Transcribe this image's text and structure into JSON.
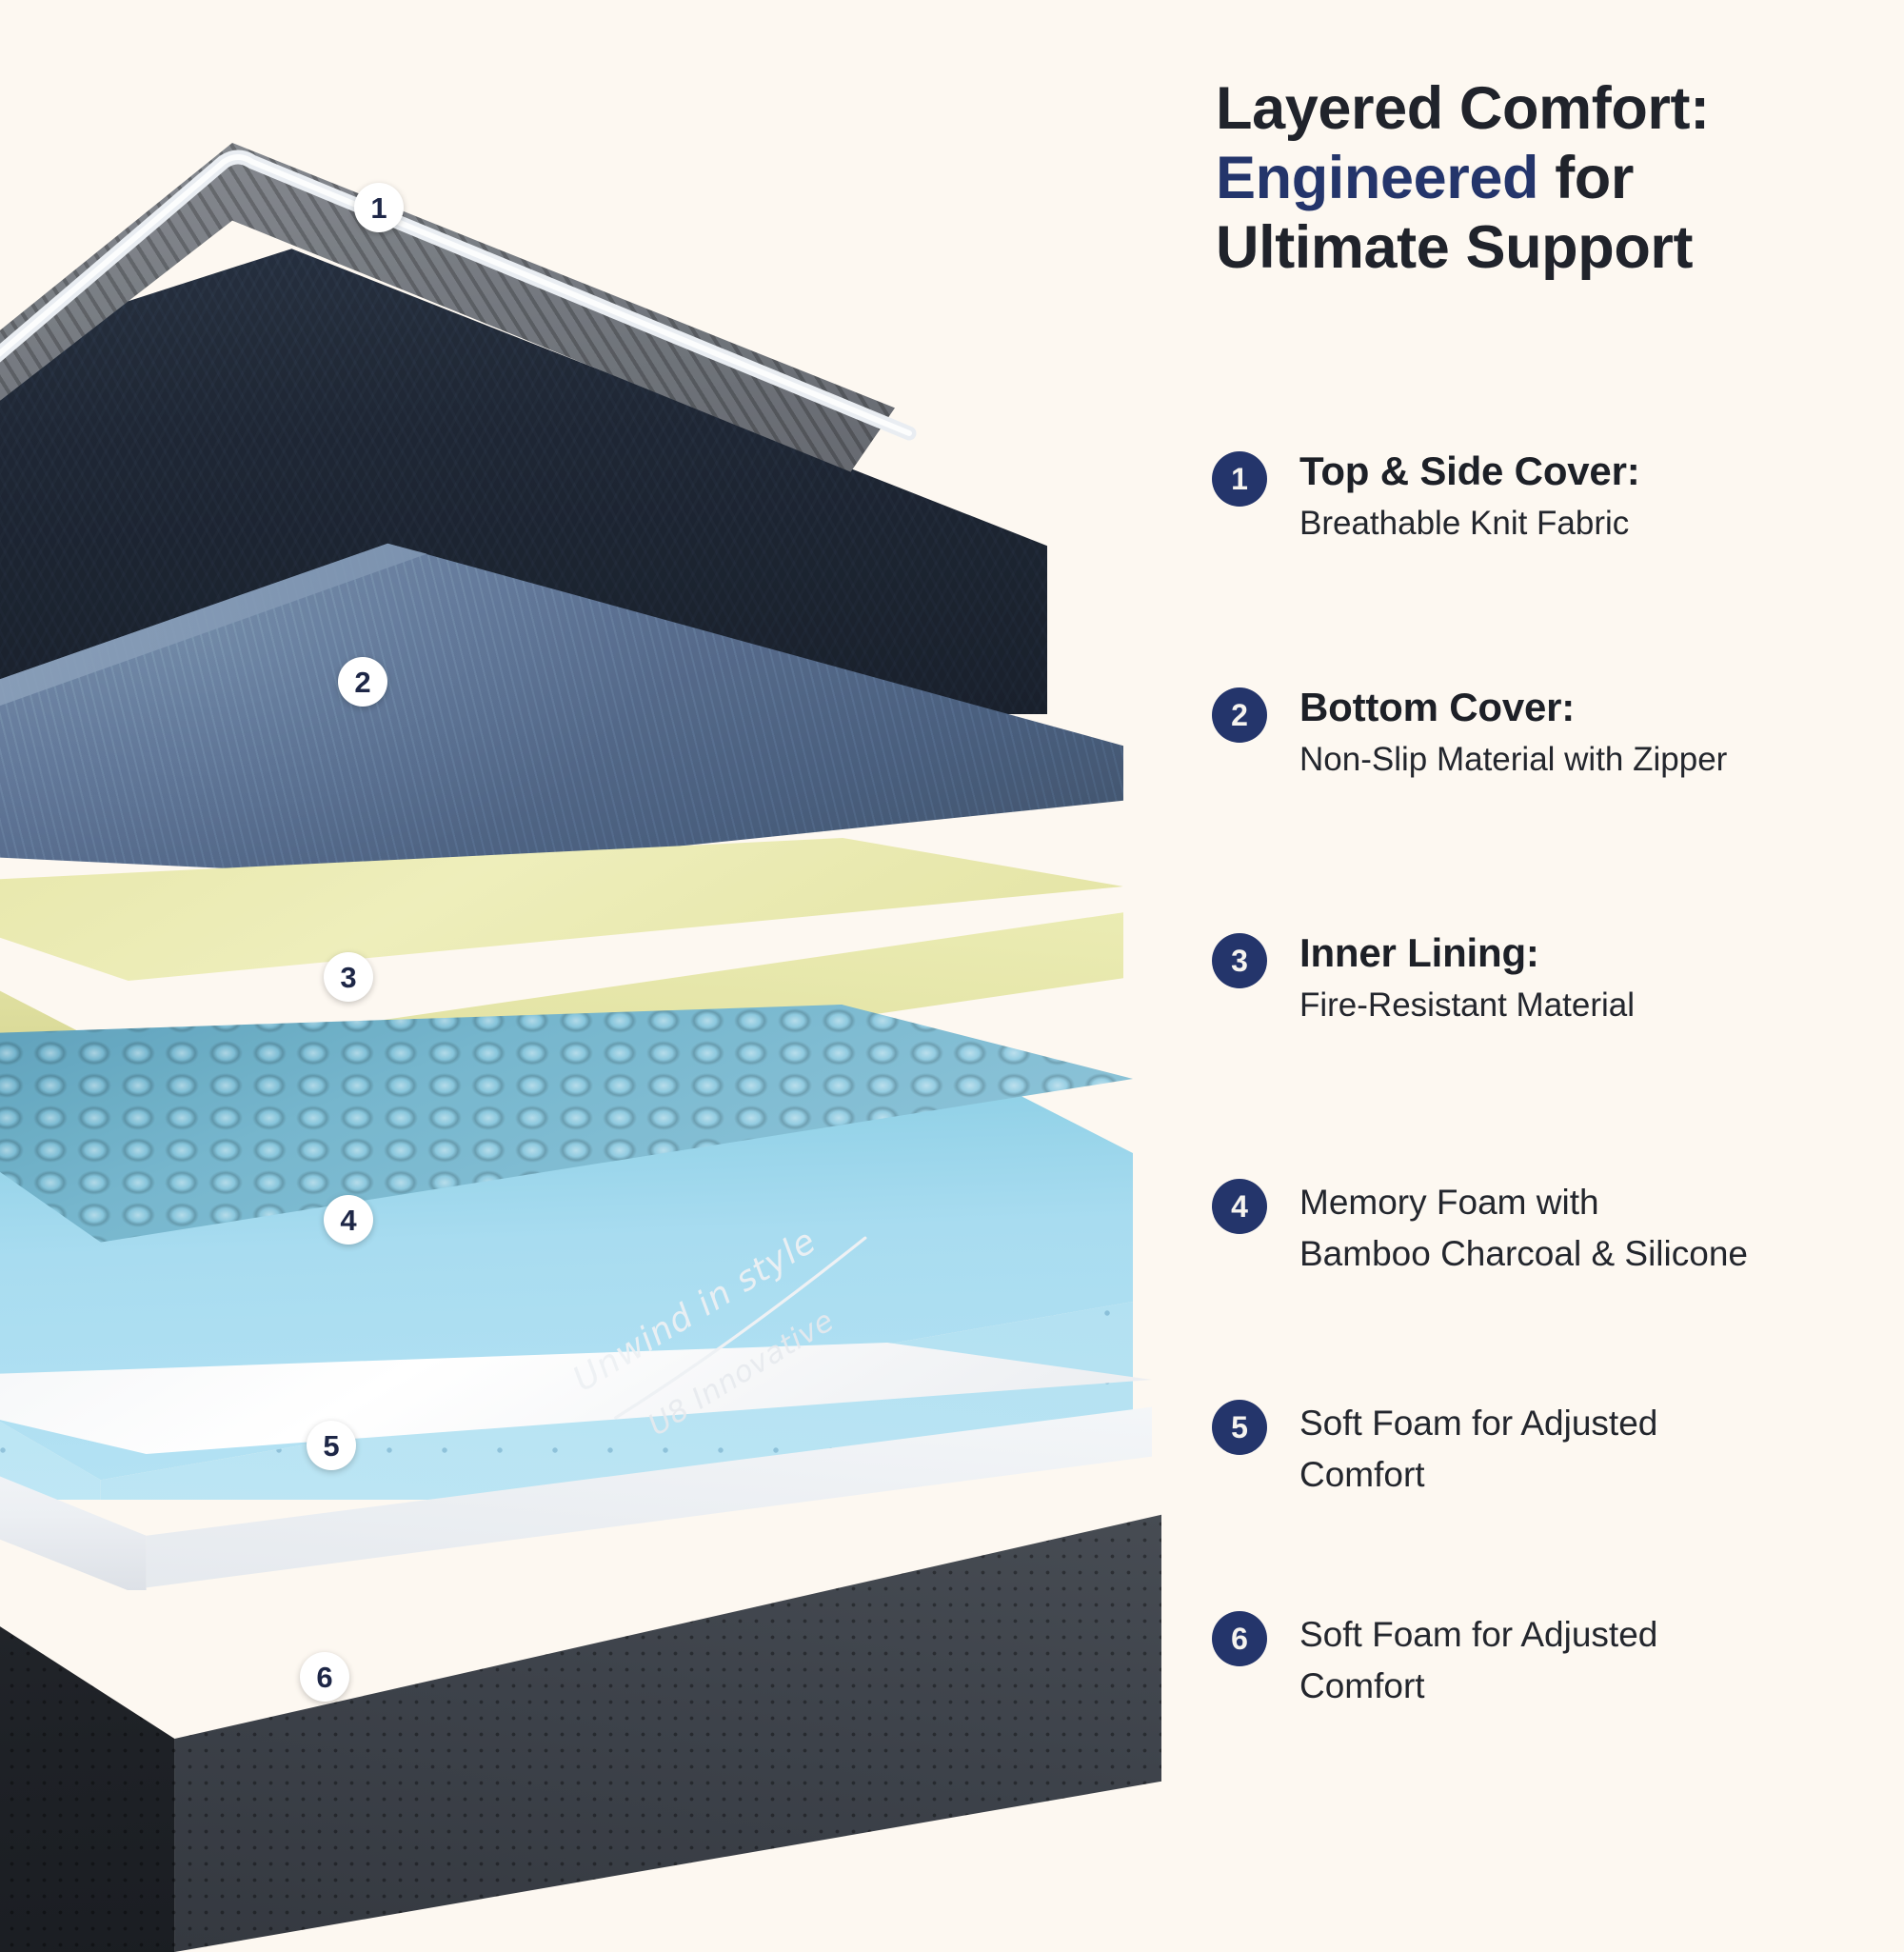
{
  "background_color": "#fdf8f1",
  "accent_color": "#24356b",
  "title": {
    "line1": "Layered Comfort:",
    "line2_highlight": "Engineered",
    "line2_rest": " for",
    "line3": "Ultimate Support"
  },
  "legend": {
    "items": [
      {
        "number": "1",
        "heading": "Top & Side Cover:",
        "subtext": "Breathable Knit Fabric",
        "style": "heading-sub"
      },
      {
        "number": "2",
        "heading": "Bottom Cover:",
        "subtext": "Non-Slip Material with Zipper",
        "style": "heading-sub"
      },
      {
        "number": "3",
        "heading": "Inner Lining:",
        "subtext": "Fire-Resistant Material",
        "style": "heading-sub"
      },
      {
        "number": "4",
        "line1": "Memory Foam with",
        "line2": "Bamboo Charcoal & Silicone",
        "style": "plain"
      },
      {
        "number": "5",
        "line1": "Soft Foam for Adjusted",
        "line2": "Comfort",
        "style": "plain"
      },
      {
        "number": "6",
        "line1": "Soft Foam for Adjusted",
        "line2": "Comfort",
        "style": "plain"
      }
    ]
  },
  "product": {
    "markers": [
      "1",
      "2",
      "3",
      "4",
      "5",
      "6"
    ],
    "brand": {
      "tagline": "Unwind in style",
      "name": "U8 Innovative"
    },
    "layer_colors": {
      "knit_cover_outer": "#222b3a",
      "knit_cover_inner": "#696d73",
      "piping": "#e9edf2",
      "bottom_cover": "#63799a",
      "inner_lining": "#e6e6a8",
      "memory_foam": "#a8dcf0",
      "soft_foam_rim": "#f2f4f6",
      "base": "#2b3037"
    }
  }
}
